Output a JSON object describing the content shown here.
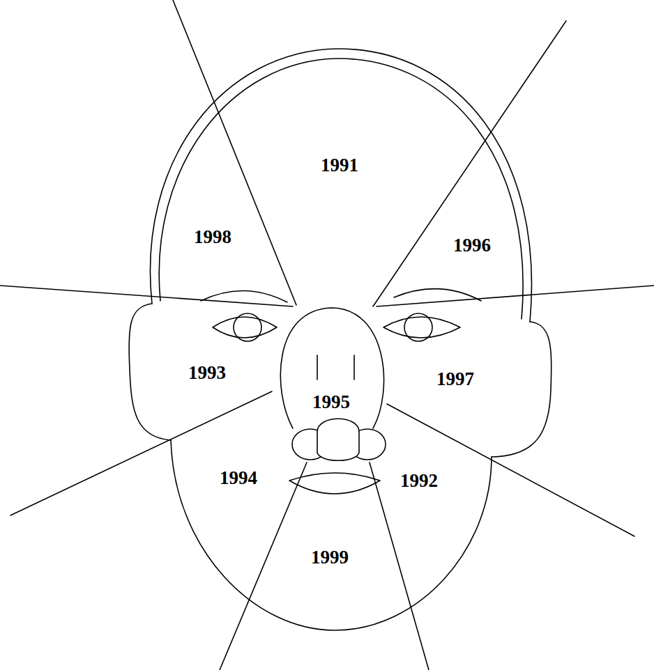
{
  "diagram": {
    "labels": [
      "1991",
      "1998",
      "1996",
      "1993",
      "1995",
      "1997",
      "1994",
      "1992",
      "1999"
    ]
  }
}
